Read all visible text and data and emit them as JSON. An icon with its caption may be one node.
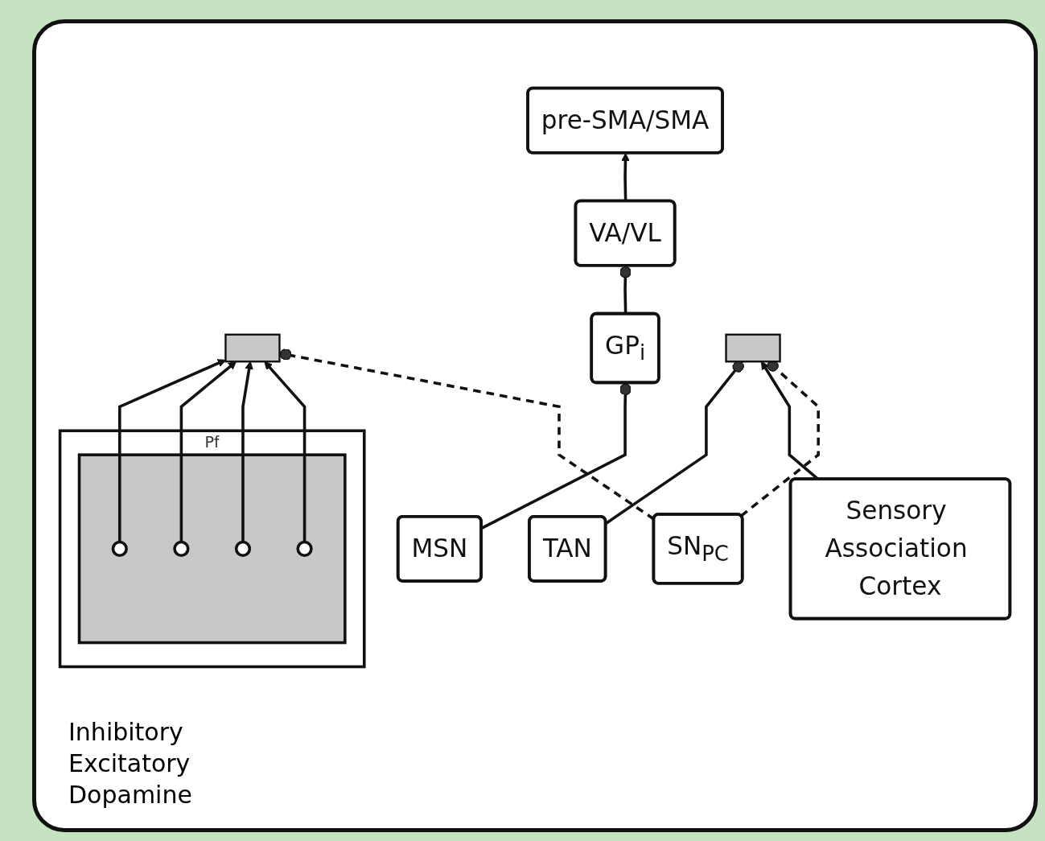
{
  "diagram": {
    "nodes": [
      {
        "text": [
          "pre-SMA/SMA"
        ]
      },
      {
        "text": [
          "Sensory Association Cortex"
        ]
      },
      {
        "text": [
          "VA/VL"
        ]
      },
      {
        "text": [
          "Pf"
        ]
      },
      {
        "text": [],
        "shape": "bar",
        "in": 3
      },
      {
        "text": [],
        "shape": "circle",
        "in": 4
      },
      {
        "text": [],
        "shape": "circle",
        "in": 4
      },
      {
        "text": [],
        "shape": "circle",
        "in": 4
      },
      {
        "text": [],
        "shape": "circle",
        "in": 4
      },
      {
        "text": [],
        "shape": "bar"
      },
      {
        "text": [
          "GP$_{i}$"
        ]
      },
      {
        "text": [
          "TAN"
        ]
      },
      {
        "text": [
          "MSN"
        ]
      },
      {
        "text": [],
        "shape": "bar"
      },
      {
        "text": [
          "SN$_{PC}$"
        ]
      }
    ],
    "edges": [
      {
        "from": 2,
        "to": 0,
        "arrow": "to"
      },
      {
        "from": 10,
        "to": 2,
        "arrow": "other"
      },
      {
        "from": 5,
        "to": 9,
        "arrow": "to"
      },
      {
        "from": 6,
        "to": 9,
        "arrow": "to"
      },
      {
        "from": 7,
        "to": 9,
        "arrow": "to"
      },
      {
        "from": 8,
        "to": 9,
        "arrow": "to"
      },
      {
        "from": 11,
        "to": 13,
        "arrow": "other"
      },
      {
        "from": 1,
        "to": 13,
        "arrow": "to"
      },
      {
        "from": 12,
        "to": 10,
        "arrow": "other"
      },
      {
        "from": 14,
        "to": 13,
        "arrow": "other",
        "style": "dashed"
      },
      {
        "from": 14,
        "to": 9,
        "arrow": "other",
        "style": "dashed"
      }
    ],
    "legend": [
      {
        "text": "Inhibitory"
      },
      {
        "text": "Excitatory"
      },
      {
        "text": "Dopamine"
      }
    ]
  }
}
